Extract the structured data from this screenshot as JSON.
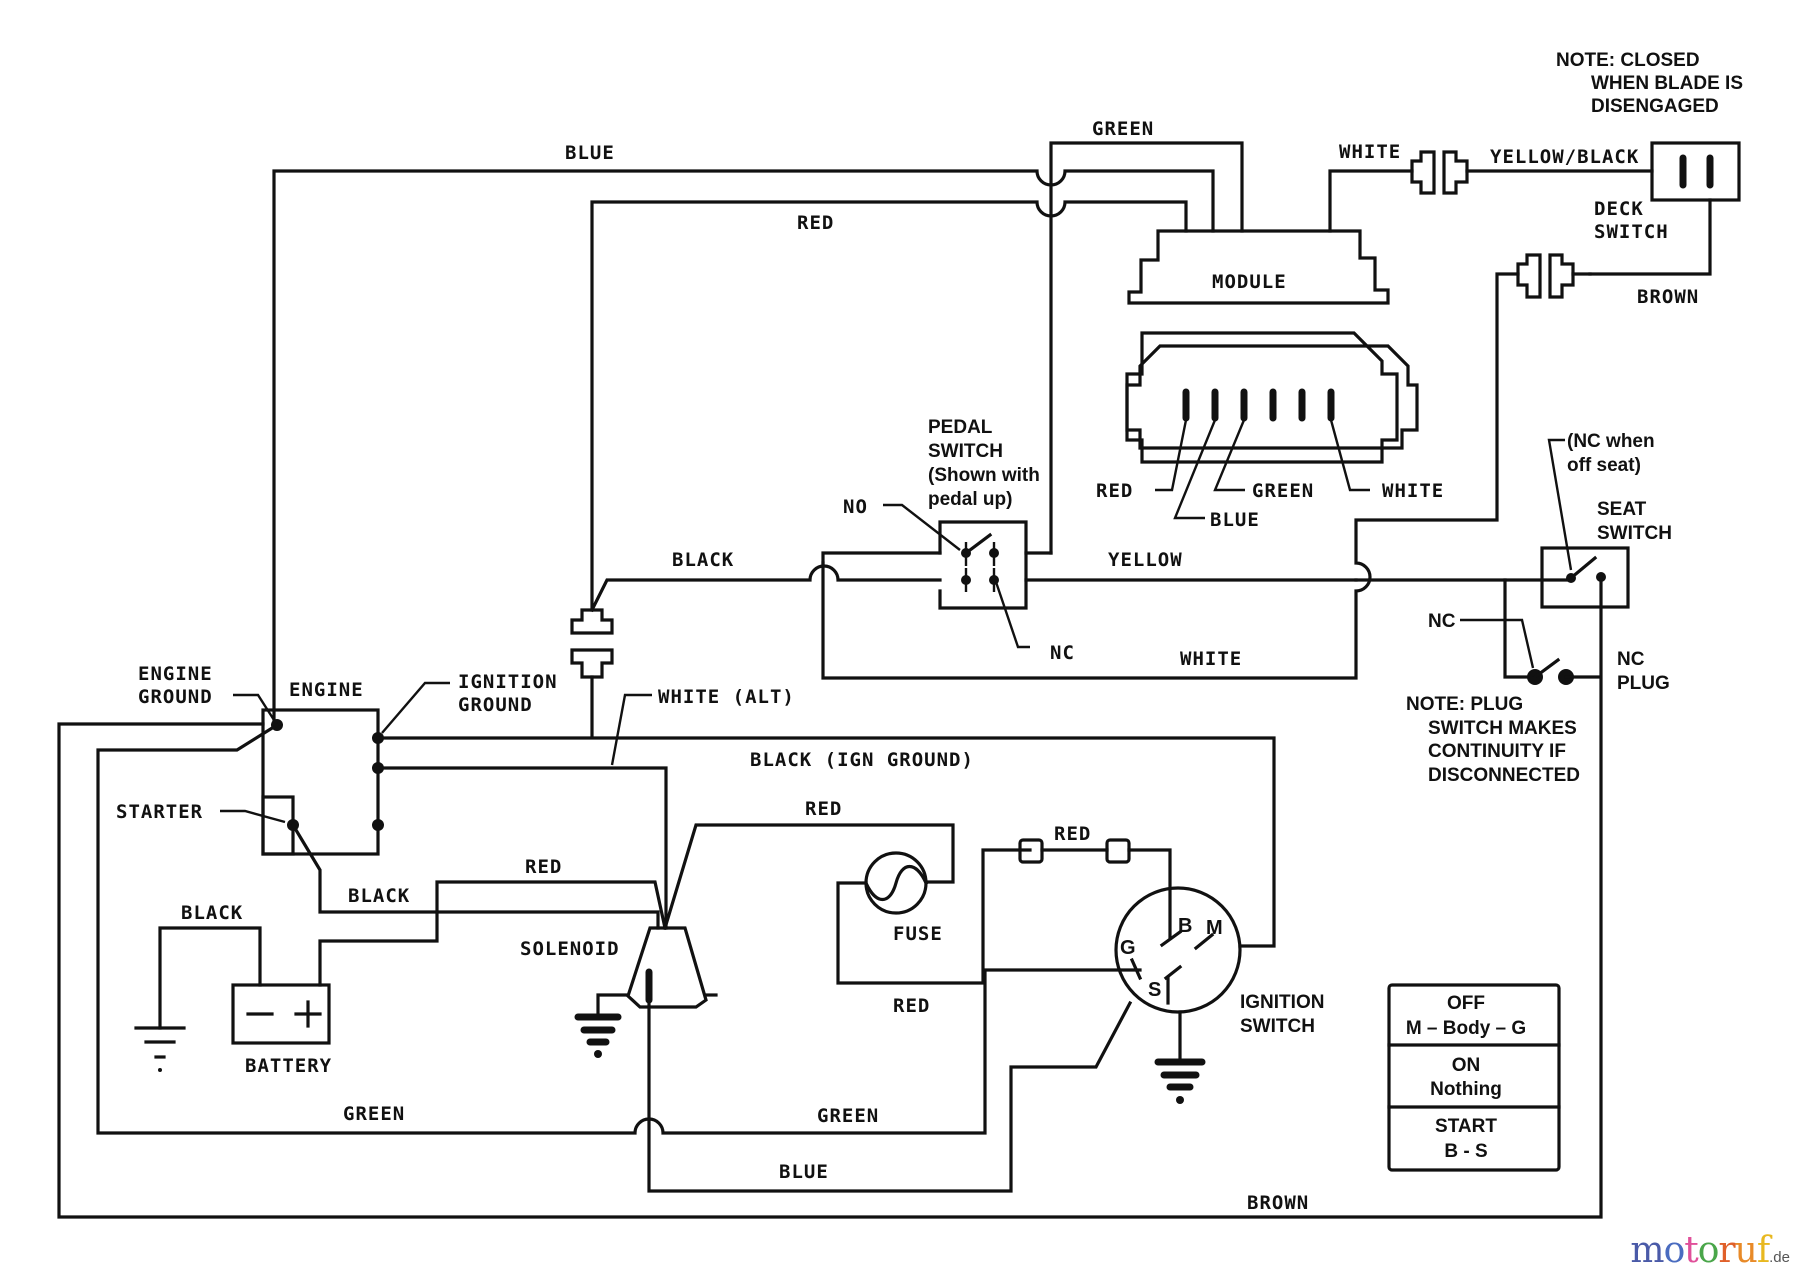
{
  "diagram": {
    "title": "Lawn tractor wiring diagram",
    "components": {
      "engine": "ENGINE",
      "engine_ground": [
        "ENGINE",
        "GROUND"
      ],
      "ignition_ground": [
        "IGNITION",
        "GROUND"
      ],
      "starter": "STARTER",
      "battery": "BATTERY",
      "battery_minus": "−",
      "battery_plus": "+",
      "solenoid": "SOLENOID",
      "fuse": "FUSE",
      "ignition_switch": [
        "IGNITION",
        "SWITCH"
      ],
      "ignition_pins": {
        "B": "B",
        "M": "M",
        "G": "G",
        "S": "S"
      },
      "module": "MODULE",
      "pedal_switch": [
        "PEDAL",
        "SWITCH",
        "(Shown with",
        "pedal up)"
      ],
      "pedal_no": "NO",
      "pedal_nc": "NC",
      "seat_switch": [
        "SEAT",
        "SWITCH"
      ],
      "seat_note": [
        "(NC when",
        "off seat)"
      ],
      "plug_nc": "NC",
      "nc_plug": [
        "NC",
        "PLUG"
      ],
      "deck_switch": [
        "DECK",
        "SWITCH"
      ]
    },
    "notes": {
      "deck": [
        "NOTE:   CLOSED",
        "WHEN BLADE IS",
        "DISENGAGED"
      ],
      "plug": [
        "NOTE:   PLUG",
        "SWITCH MAKES",
        "CONTINUITY IF",
        "DISCONNECTED"
      ]
    },
    "wire_labels": {
      "blue_top": "BLUE",
      "red_top": "RED",
      "green_top": "GREEN",
      "white_module": "WHITE",
      "yellow_black": "YELLOW/BLACK",
      "brown_deck": "BROWN",
      "black_pedal": "BLACK",
      "yellow": "YELLOW",
      "white_loop": "WHITE",
      "white_alt": "WHITE (ALT)",
      "black_ign_ground": "BLACK (IGN GROUND)",
      "red_solenoid_fuse": "RED",
      "red_battery": "RED",
      "black_starter": "BLACK",
      "black_battery": "BLACK",
      "red_fuse_bottom": "RED",
      "red_connectors": "RED",
      "green_left": "GREEN",
      "green_right": "GREEN",
      "blue_bottom": "BLUE",
      "brown_bottom": "BROWN",
      "conn_red": "RED",
      "conn_blue": "BLUE",
      "conn_green": "GREEN",
      "conn_white": "WHITE"
    },
    "switch_legend": [
      {
        "state": "OFF",
        "connection": "M – Body – G"
      },
      {
        "state": "ON",
        "connection": "Nothing"
      },
      {
        "state": "START",
        "connection": "B - S"
      }
    ]
  },
  "watermark": {
    "letters": [
      {
        "ch": "m",
        "color": "#4a5aa8"
      },
      {
        "ch": "o",
        "color": "#4a6cc0"
      },
      {
        "ch": "t",
        "color": "#e0509a"
      },
      {
        "ch": "o",
        "color": "#4aa64a"
      },
      {
        "ch": "r",
        "color": "#e0602a"
      },
      {
        "ch": "u",
        "color": "#e88a28"
      },
      {
        "ch": "f",
        "color": "#e8b820"
      }
    ],
    "suffix": ".de"
  }
}
